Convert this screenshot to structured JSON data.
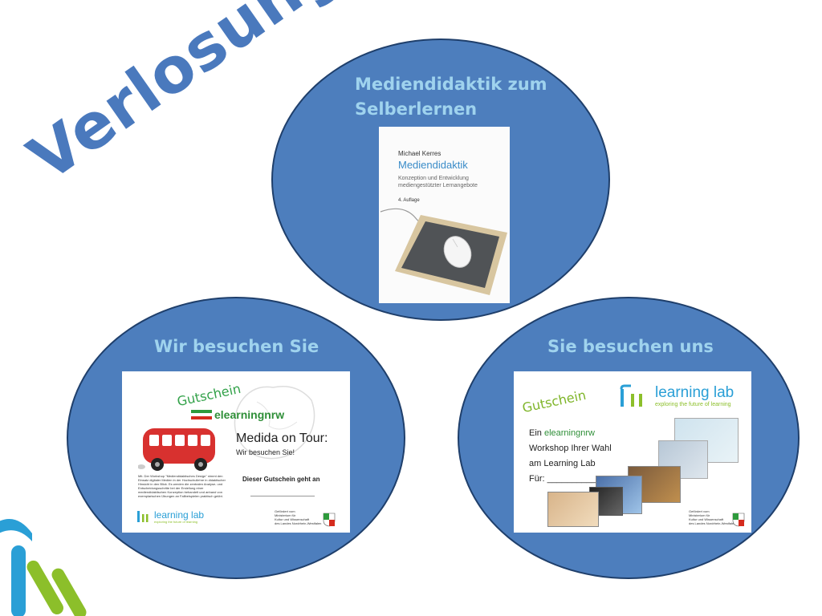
{
  "slide_title": "Verlosung",
  "prizes": [
    {
      "heading_line1": "Mediendidaktik zum",
      "heading_line2": "Selberlernen",
      "book": {
        "author": "Michael Kerres",
        "title": "Mediendidaktik",
        "subtitle_line1": "Konzeption und Entwicklung",
        "subtitle_line2": "mediengestützter Lernangebote",
        "edition": "4. Auflage"
      }
    },
    {
      "heading": "Wir besuchen Sie",
      "voucher": {
        "gutschein": "Gutschein",
        "brand": "elearningnrw",
        "headline": "Medida on Tour:",
        "subline": "Wir besuchen Sie!",
        "note": "Dieser Gutschein geht an",
        "small_text": "Mit. Der Workshop \"Mediendidaktisches Design\" nimmt den Einsatz digitaler Medien in der Hochschullehre in didaktischer Hinsicht in den Blick. Es werden die zentralen Analyse- und Entscheidungsschritte bei der Erstellung einer mediendidaktischen Konzeption behandelt und anhand von exemplarischen Übungen an Fallbeispielen praktisch geübt.",
        "logo_name": "learning lab",
        "logo_tagline": "exploring the future of learning",
        "sponsor_line1": "Gefördert vom",
        "sponsor_line2": "Ministerium für",
        "sponsor_line3": "Kultur und Wissenschaft",
        "sponsor_line4": "des Landes Nordrhein-Westfalen"
      }
    },
    {
      "heading": "Sie besuchen uns",
      "voucher": {
        "gutschein": "Gutschein",
        "logo_name": "learning lab",
        "logo_tagline": "exploring the future of learning",
        "line1_prefix": "Ein ",
        "line1_brand": "elearningnrw",
        "line2": "Workshop Ihrer Wahl",
        "line3": "am Learning Lab",
        "line4": "Für: _____________",
        "sponsor_line1": "Gefördert vom",
        "sponsor_line2": "Ministerium für",
        "sponsor_line3": "Kultur und Wissenschaft",
        "sponsor_line4": "des Landes Nordrhein-Westfalen"
      }
    }
  ],
  "colors": {
    "ellipse_fill": "#4d7ebd",
    "heading": "#9fd3ee",
    "title": "#4a79bd",
    "logo_blue": "#2a9fd6",
    "logo_green": "#8cbf2a"
  }
}
